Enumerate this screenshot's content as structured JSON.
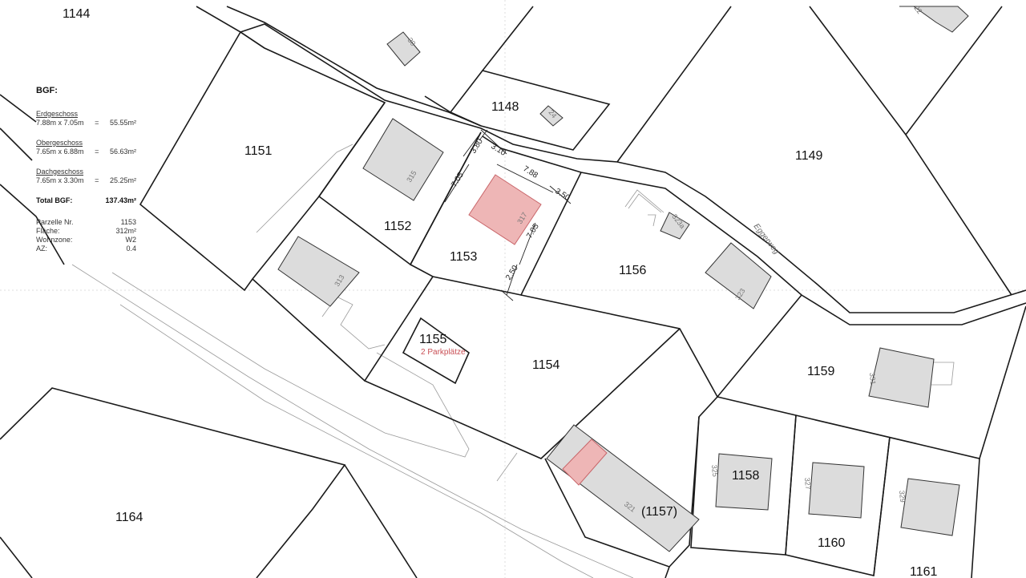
{
  "parcels": {
    "p1144": "1144",
    "p1148": "1148",
    "p1149": "1149",
    "p1151": "1151",
    "p1152": "1152",
    "p1153": "1153",
    "p1154": "1154",
    "p1155": "1155",
    "p1156": "1156",
    "p1157": "(1157)",
    "p1158": "1158",
    "p1159": "1159",
    "p1160": "1160",
    "p1161": "1161",
    "p1164": "1164"
  },
  "buildings": {
    "b30": "30",
    "b22": "22",
    "b24": "24",
    "b315": "315",
    "b317": "317",
    "b313": "313",
    "b323a": "323a",
    "b323": "323",
    "b331": "331",
    "b325": "325",
    "b327": "327",
    "b329": "329",
    "b321": "321"
  },
  "street_name": "Eggerweg",
  "parking_note": "2 Parkplätze",
  "dimensions": {
    "d380": "3.80",
    "d310": "3.10",
    "d705a": "7.05",
    "d188": "7.88",
    "d350": "3.50",
    "d705b": "7.05",
    "d250": "2.50"
  },
  "info": {
    "title": "BGF:",
    "eg_title": "Erdgeschoss",
    "eg_formula": "7.88m  x  7.05m",
    "eg_eq": "=",
    "eg_value": "55.55m²",
    "og_title": "Obergeschoss",
    "og_formula": "7.65m  x  6.88m",
    "og_eq": "=",
    "og_value": "56.63m²",
    "dg_title": "Dachgeschoss",
    "dg_formula": "7.65m  x  3.30m",
    "dg_eq": "=",
    "dg_value": "25.25m²",
    "total_label": "Total BGF:",
    "total_value": "137.43m²",
    "parcel_label": "Parzelle Nr.",
    "parcel_value": "1153",
    "area_label": "Fläche:",
    "area_value": "312m²",
    "zone_label": "Wohnzone:",
    "zone_value": "W2",
    "az_label": "AZ:",
    "az_value": "0.4"
  },
  "colors": {
    "proposed_building": "#eeb6b6",
    "existing_building": "#dcdcdc",
    "parcel_line": "#1a1a1a",
    "highlight_text": "#c94f55"
  }
}
